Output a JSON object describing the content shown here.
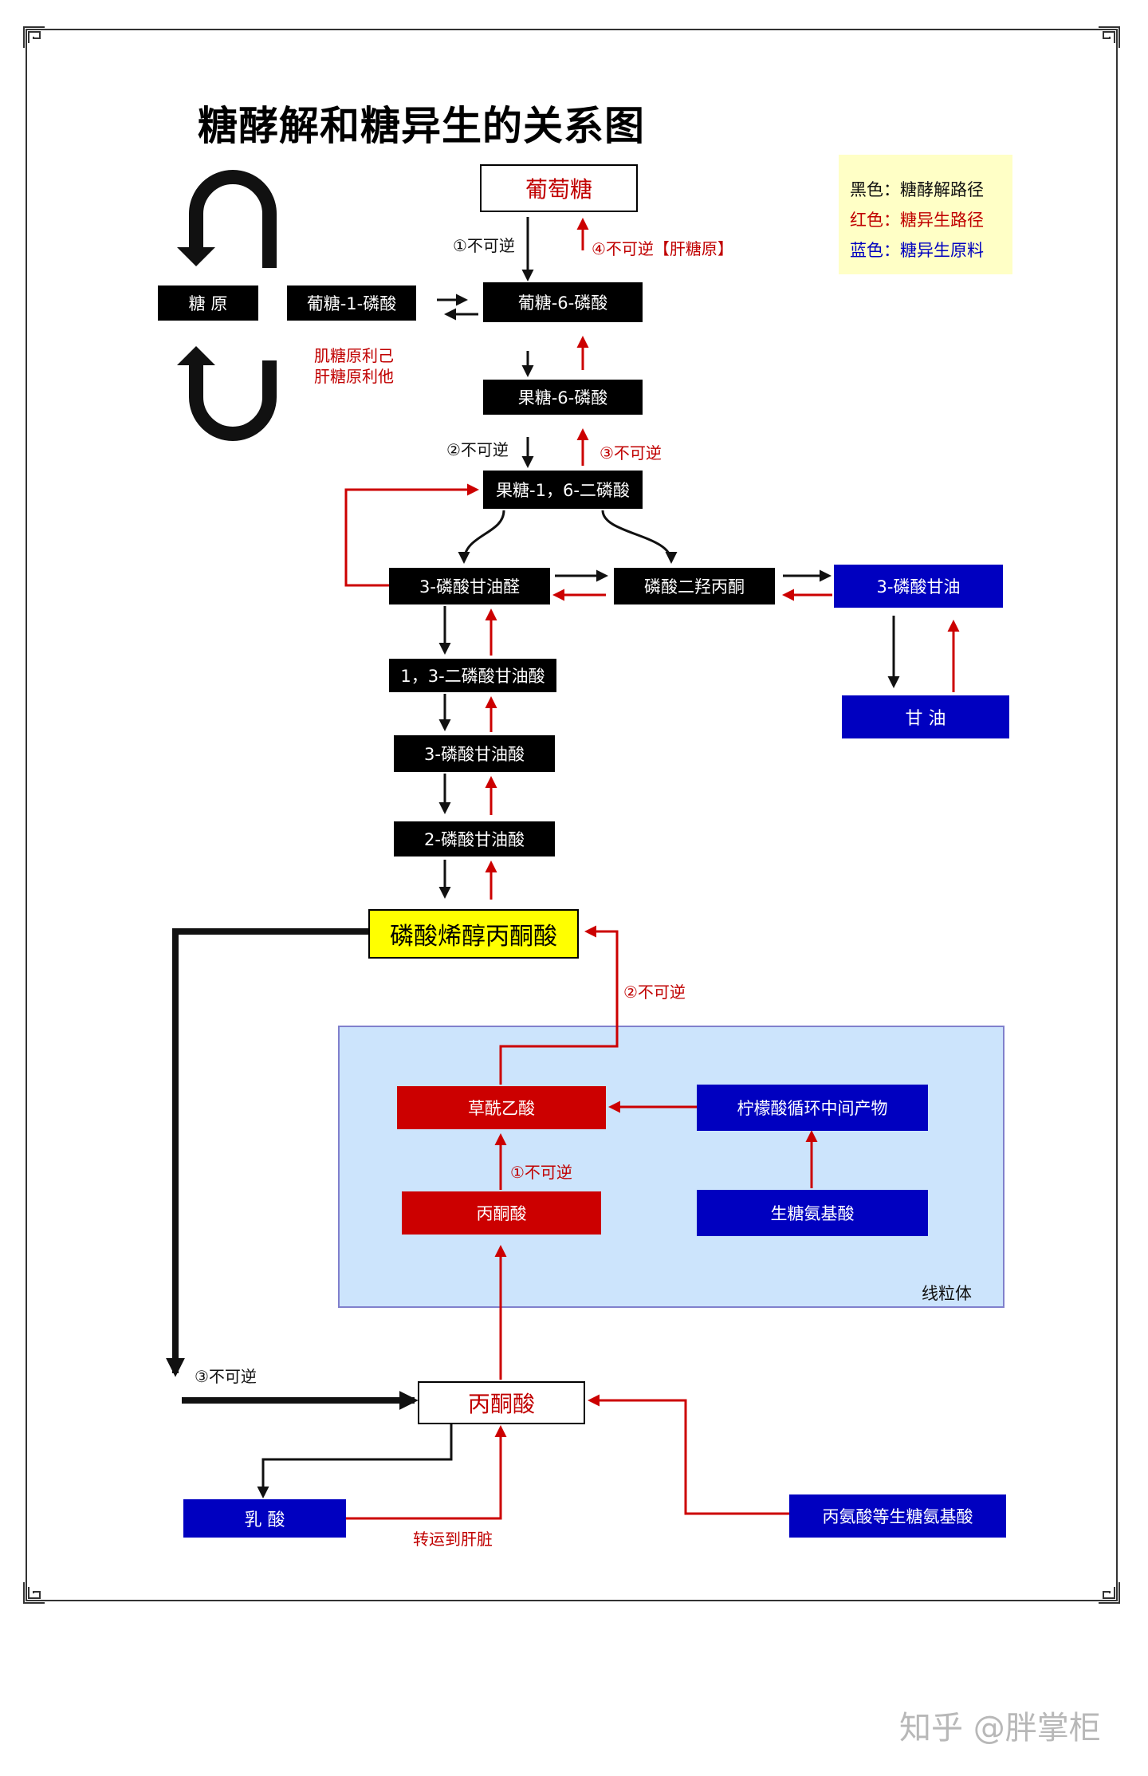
{
  "title": "糖酵解和糖异生的关系图",
  "legend": {
    "black": "黑色：糖酵解路径",
    "red": "红色：糖异生路径",
    "blue": "蓝色：糖异生原料"
  },
  "colors": {
    "glycolysis": "#000000",
    "gluconeogenesis": "#cc0000",
    "material": "#0000c0",
    "highlight": "#ffff00",
    "mitochondria": "#cce4fc",
    "legend_bg": "#ffffc6"
  },
  "nodes": {
    "glucose": "葡萄糖",
    "glycogen": "糖 原",
    "g1p": "葡糖-1-磷酸",
    "g6p": "葡糖-6-磷酸",
    "f6p": "果糖-6-磷酸",
    "f16bp": "果糖-1，6-二磷酸",
    "g3p": "3-磷酸甘油醛",
    "dhap": "磷酸二羟丙酮",
    "glycerol3p": "3-磷酸甘油",
    "glycerol": "甘 油",
    "bpg13": "1，3-二磷酸甘油酸",
    "pg3": "3-磷酸甘油酸",
    "pg2": "2-磷酸甘油酸",
    "pep": "磷酸烯醇丙酮酸",
    "oaa": "草酰乙酸",
    "tca": "柠檬酸循环中间产物",
    "pyruvate_mito": "丙酮酸",
    "glucogenic_aa": "生糖氨基酸",
    "pyruvate": "丙酮酸",
    "lactate": "乳 酸",
    "alanine": "丙氨酸等生糖氨基酸"
  },
  "labels": {
    "irr1_glycolysis": "①不可逆",
    "irr4_gluconeo": "④不可逆【肝糖原】",
    "muscle_liver": "肌糖原利己",
    "muscle_liver_2": "肝糖原利他",
    "irr2_glycolysis": "②不可逆",
    "irr3_gluconeo": "③不可逆",
    "irr2_gluconeo": "②不可逆",
    "irr1_gluconeo": "①不可逆",
    "mitochondria": "线粒体",
    "irr3_glycolysis": "③不可逆",
    "transport_liver": "转运到肝脏"
  },
  "watermark": "知乎 @胖掌柜"
}
